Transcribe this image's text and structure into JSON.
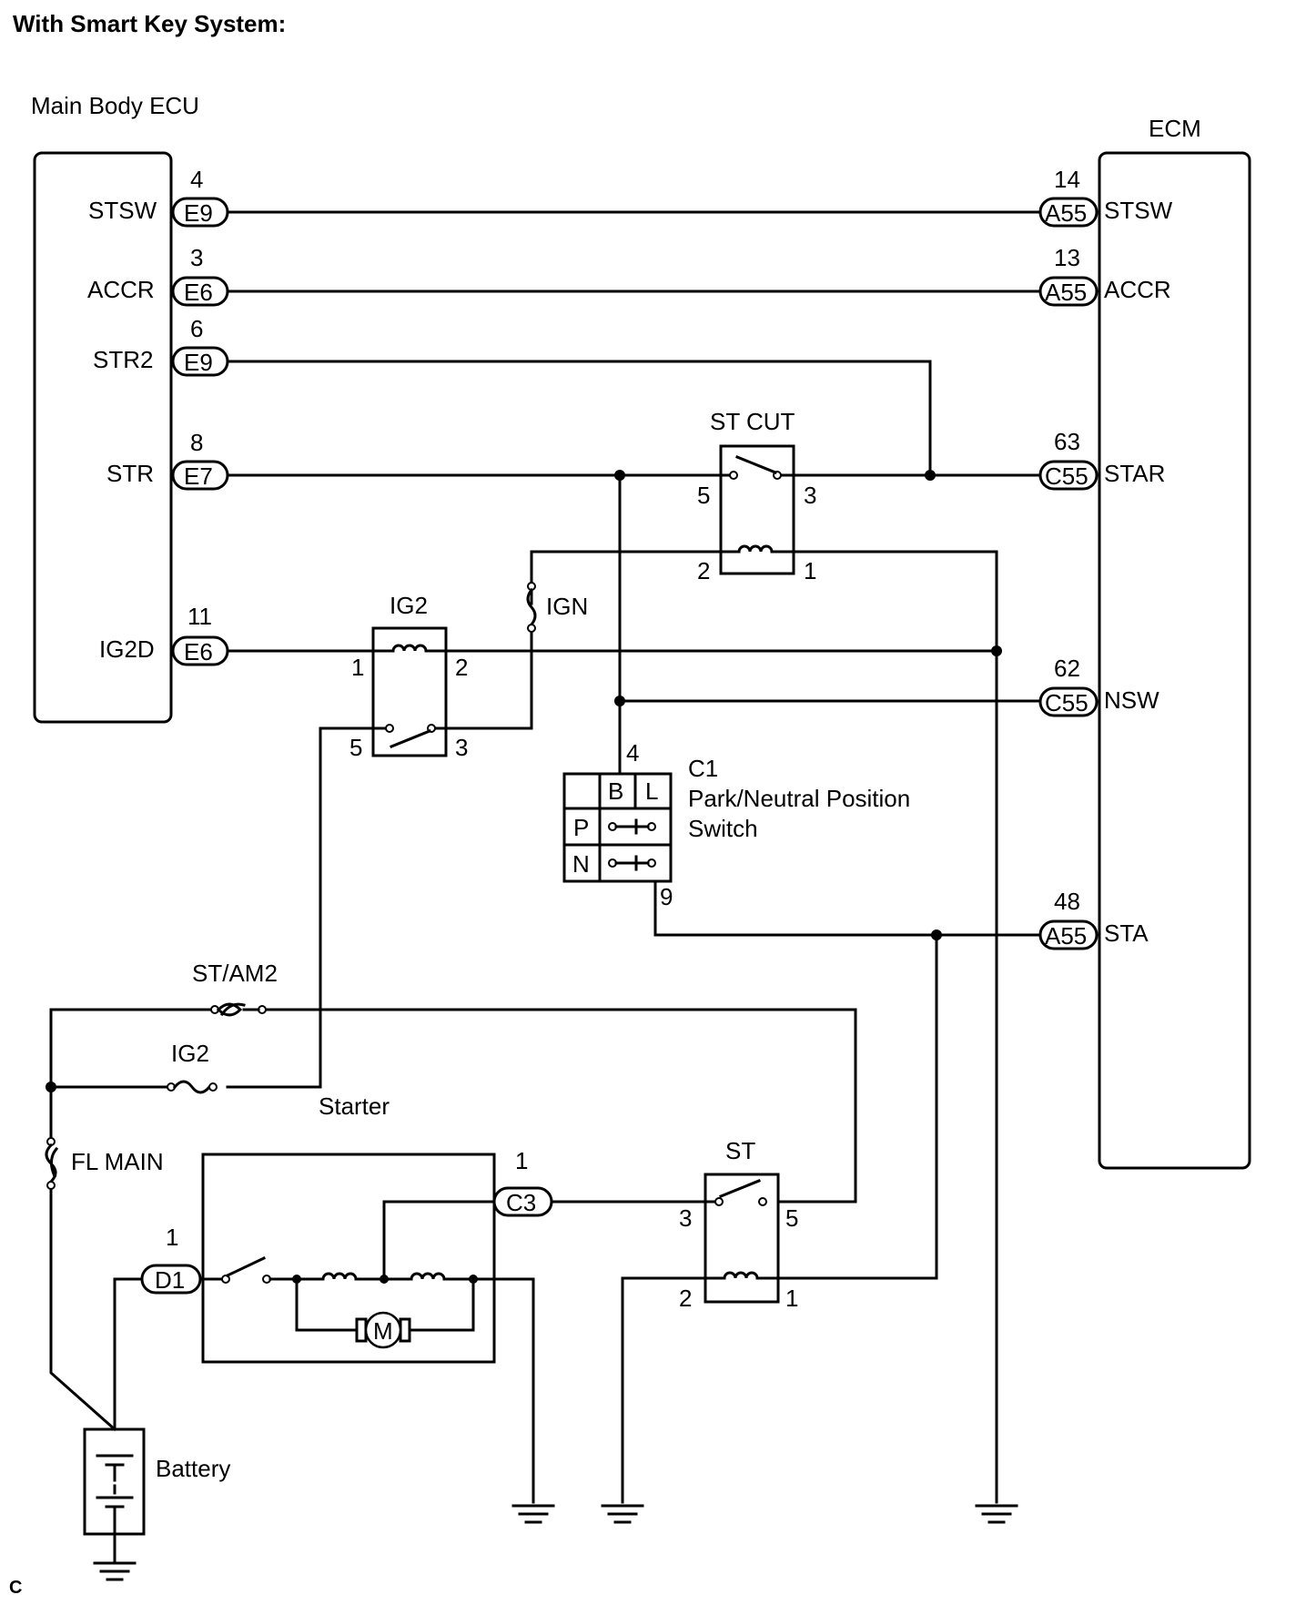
{
  "title": "With Smart Key System:",
  "footer_code": "C",
  "components": {
    "main_body_ecu": "Main Body ECU",
    "ecm": "ECM",
    "st_cut": "ST CUT",
    "ig2_relay": "IG2",
    "ign_fuse": "IGN",
    "pnp_connector": "C1",
    "pnp_line1": "Park/Neutral Position",
    "pnp_line2": "Switch",
    "st_am2": "ST/AM2",
    "ig2_fuse": "IG2",
    "fl_main": "FL MAIN",
    "starter": "Starter",
    "st_relay": "ST",
    "battery": "Battery",
    "motor": "M"
  },
  "ecu_pins": [
    {
      "signal": "STSW",
      "pin": "4",
      "connector": "E9"
    },
    {
      "signal": "ACCR",
      "pin": "3",
      "connector": "E6"
    },
    {
      "signal": "STR2",
      "pin": "6",
      "connector": "E9"
    },
    {
      "signal": "STR",
      "pin": "8",
      "connector": "E7"
    },
    {
      "signal": "IG2D",
      "pin": "11",
      "connector": "E6"
    }
  ],
  "ecm_pins": [
    {
      "signal": "STSW",
      "pin": "14",
      "connector": "A55"
    },
    {
      "signal": "ACCR",
      "pin": "13",
      "connector": "A55"
    },
    {
      "signal": "STAR",
      "pin": "63",
      "connector": "C55"
    },
    {
      "signal": "NSW",
      "pin": "62",
      "connector": "C55"
    },
    {
      "signal": "STA",
      "pin": "48",
      "connector": "A55"
    }
  ],
  "relay_pins": {
    "st_cut": [
      "5",
      "3",
      "2",
      "1"
    ],
    "ig2": [
      "1",
      "2",
      "5",
      "3"
    ],
    "st": [
      "3",
      "5",
      "2",
      "1"
    ]
  },
  "pnp_switch": {
    "pin_top": "4",
    "pin_bottom": "9",
    "col_b": "B",
    "col_l": "L",
    "row_p": "P",
    "row_n": "N"
  },
  "starter_pins": {
    "c3_pin": "1",
    "c3": "C3",
    "d1_pin": "1",
    "d1": "D1"
  }
}
